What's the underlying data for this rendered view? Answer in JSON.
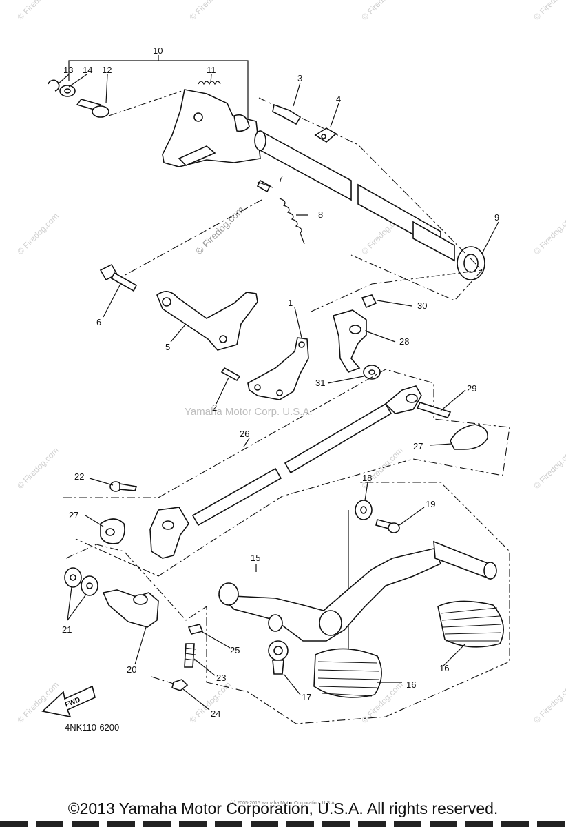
{
  "diagram": {
    "callouts": [
      "10",
      "13",
      "14",
      "12",
      "11",
      "3",
      "4",
      "7",
      "8",
      "9",
      "6",
      "5",
      "1",
      "30",
      "28",
      "31",
      "2",
      "29",
      "26",
      "27",
      "22",
      "27",
      "18",
      "19",
      "21",
      "20",
      "15",
      "25",
      "23",
      "24",
      "17",
      "16",
      "16"
    ],
    "watermark": "© Firedog.com",
    "watermark_center": "Yamaha Motor Corp. U.S.A.",
    "fwd_label": "FWD",
    "part_code": "4NK110-6200",
    "small_copyright": "(c) 2005-2015 Yamaha Motor Corporation, U.S.A."
  },
  "footer": {
    "copyright": "©2013 Yamaha Motor Corporation, U.S.A. All rights reserved."
  },
  "colors": {
    "line": "#111111",
    "watermark": "#cfcfcf",
    "background": "#ffffff"
  }
}
